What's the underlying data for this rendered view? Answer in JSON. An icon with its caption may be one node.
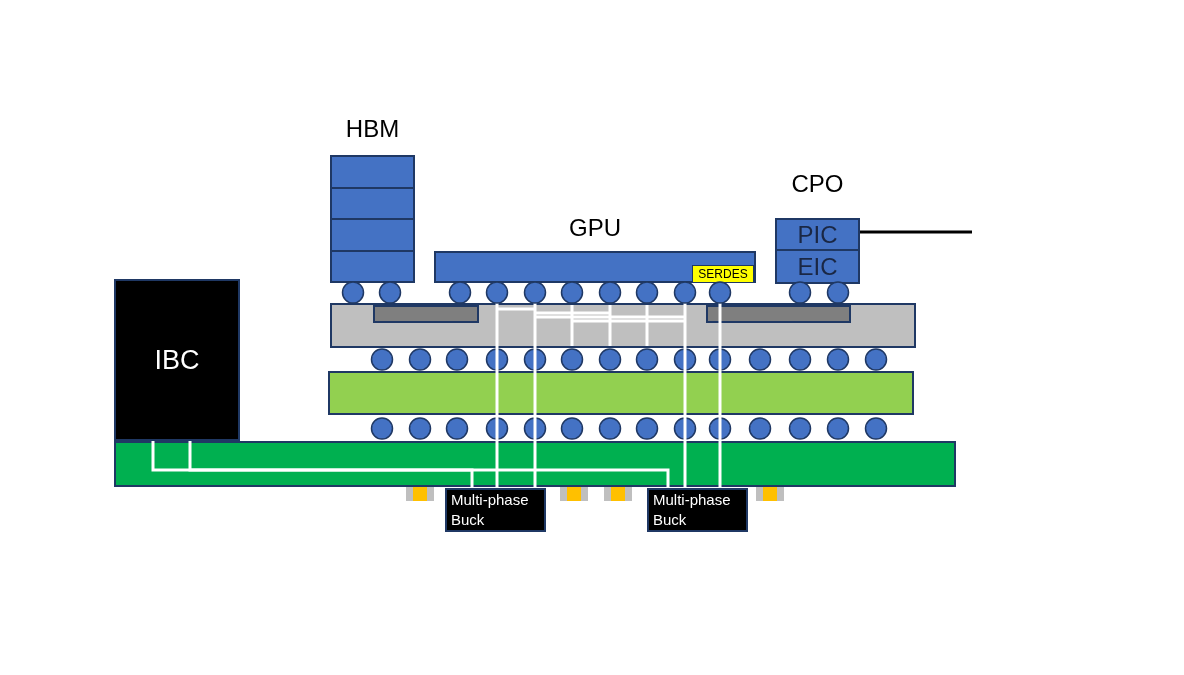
{
  "diagram": {
    "nodes": [
      {
        "text": [
          "HBM"
        ]
      },
      {
        "text": [
          "CPO"
        ]
      },
      {
        "text": [
          "PIC"
        ],
        "in": 1
      },
      {
        "text": [
          "EIC"
        ],
        "in": 1
      },
      {
        "text": [
          "GPU"
        ]
      },
      {
        "text": [
          "SERDES"
        ],
        "in": 4
      },
      {
        "text": [
          "IBC"
        ]
      },
      {
        "text": [
          "Multi-phase Buck"
        ]
      },
      {
        "text": [
          "Multi-phase Buck"
        ]
      }
    ],
    "edges": [
      {
        "from": 6,
        "to": 7,
        "arrow": "none"
      },
      {
        "from": 6,
        "to": 8,
        "arrow": "none"
      },
      {
        "from": 7,
        "to": 4,
        "arrow": "none"
      },
      {
        "from": 7,
        "to": 4,
        "arrow": "none"
      },
      {
        "from": 8,
        "to": 4,
        "arrow": "none"
      },
      {
        "from": 8,
        "to": 5,
        "arrow": "none"
      },
      {
        "from": 2,
        "to": null,
        "arrow": "none",
        "color": "#000000"
      }
    ]
  }
}
